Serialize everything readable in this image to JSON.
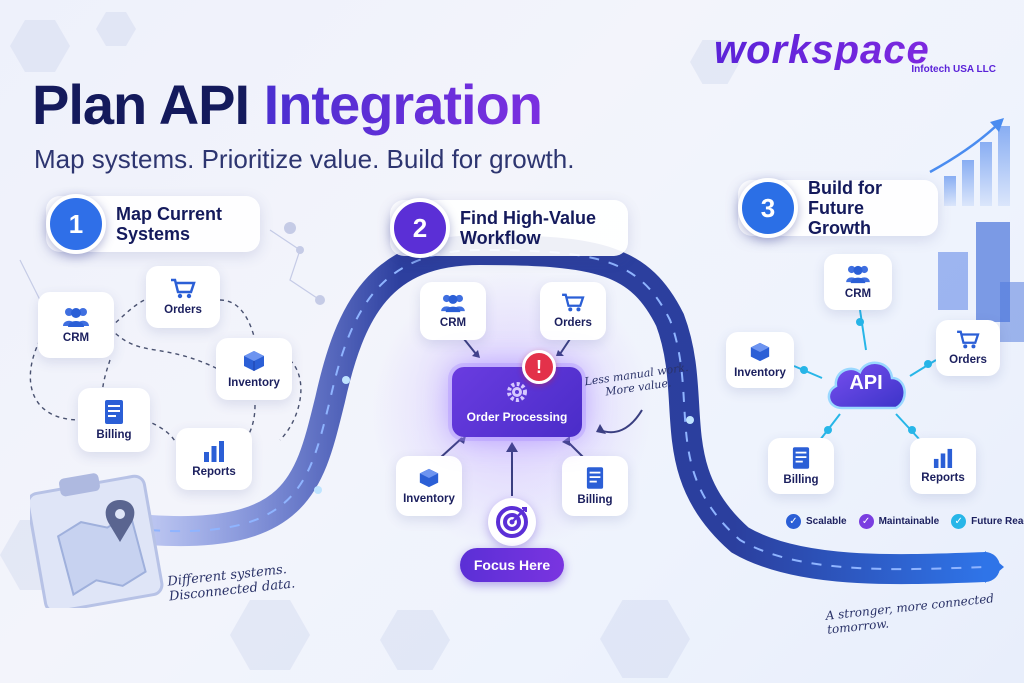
{
  "header": {
    "title_part1": "Plan API",
    "title_part2": "Integration",
    "subtitle": "Map systems. Prioritize value. Build for growth."
  },
  "brand": {
    "name": "workspace",
    "tagline": "Infotech USA LLC"
  },
  "colors": {
    "navy": "#141a5c",
    "purple": "#5b2fd6",
    "blue": "#2b6fe6",
    "alert_red": "#e3314a",
    "cyan": "#27b6e8"
  },
  "steps": [
    {
      "number": "1",
      "label": "Map Current\nSystems",
      "color": "#2f6fe8"
    },
    {
      "number": "2",
      "label": "Find High-Value\nWorkflow",
      "color": "#5b2fd6"
    },
    {
      "number": "3",
      "label": "Build for\nFuture Growth",
      "color": "#2b6fe6"
    }
  ],
  "section1": {
    "cards": [
      {
        "label": "CRM",
        "icon": "people-icon"
      },
      {
        "label": "Orders",
        "icon": "cart-icon"
      },
      {
        "label": "Inventory",
        "icon": "cube-icon"
      },
      {
        "label": "Billing",
        "icon": "document-icon"
      },
      {
        "label": "Reports",
        "icon": "bar-chart-icon"
      }
    ],
    "note_line1": "Different systems.",
    "note_line2": "Disconnected data."
  },
  "section2": {
    "cards": [
      {
        "label": "CRM",
        "icon": "people-icon"
      },
      {
        "label": "Orders",
        "icon": "cart-icon"
      },
      {
        "label": "Inventory",
        "icon": "cube-icon"
      },
      {
        "label": "Billing",
        "icon": "document-icon"
      }
    ],
    "center_label": "Order Processing",
    "alert_mark": "!",
    "focus_label": "Focus Here",
    "note_line1": "Less manual work.",
    "note_line2": "More value."
  },
  "section3": {
    "hub_label": "API",
    "cards": [
      {
        "label": "CRM",
        "icon": "people-icon"
      },
      {
        "label": "Inventory",
        "icon": "cube-icon"
      },
      {
        "label": "Orders",
        "icon": "cart-icon"
      },
      {
        "label": "Billing",
        "icon": "document-icon"
      },
      {
        "label": "Reports",
        "icon": "bar-chart-icon"
      }
    ],
    "checks": [
      {
        "label": "Scalable",
        "color": "#2b5fd6"
      },
      {
        "label": "Maintainable",
        "color": "#7a3ee0"
      },
      {
        "label": "Future Ready",
        "color": "#27b6e8"
      }
    ],
    "note_line1": "A stronger, more connected",
    "note_line2": "tomorrow."
  }
}
